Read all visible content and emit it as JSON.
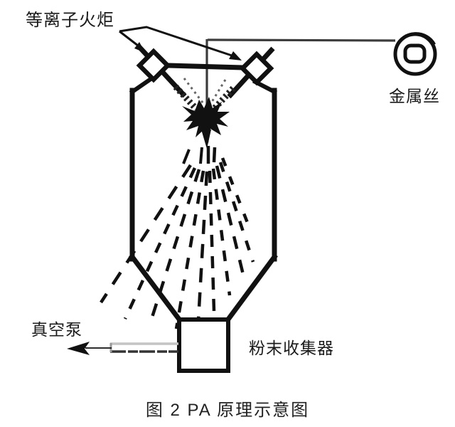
{
  "figure": {
    "type": "schematic-diagram",
    "labels": {
      "plasma_torch": "等离子火炬",
      "metal_wire": "金属丝",
      "vacuum_pump": "真空泵",
      "powder_collector": "粉末收集器"
    },
    "caption": "图 2  PA 原理示意图",
    "components": [
      "plasma-torch-left",
      "plasma-torch-right",
      "wire-spool",
      "wire-feed-line",
      "atomization-chamber",
      "plasma-plume",
      "powder-spray",
      "collector-box",
      "vacuum-pipe",
      "vacuum-arrow"
    ],
    "colors": {
      "ink": "#111111",
      "wire": "#3c3c3c",
      "pipe_light": "#c4c4c4",
      "background": "#ffffff"
    }
  }
}
